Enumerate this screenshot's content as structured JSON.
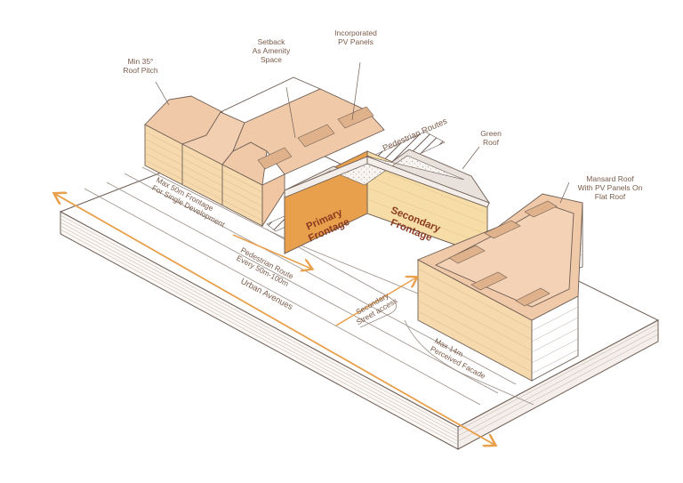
{
  "colors": {
    "accent": "#e8a04c",
    "outline": "#6e5e55",
    "roof": "#f0c9a8",
    "roof_dark": "#e5b28d",
    "facade": "#f6d9ad",
    "facade_dark": "#eec890",
    "primary_facade": "#e8a04c",
    "secondary_facade": "#f6dca6",
    "ground": "#ffffff",
    "label": "#7a5b4a",
    "heading": "#8a3b20"
  },
  "labels": {
    "roof_pitch": [
      "Min 35°",
      "Roof Pitch"
    ],
    "setback": [
      "Setback",
      "As Amenity",
      "Space"
    ],
    "pv_panels": [
      "Incorporated",
      "PV Panels"
    ],
    "pedestrian_routes": "Pedestrian Routes",
    "green_roof": [
      "Green",
      "Roof"
    ],
    "mansard": [
      "Mansard Roof",
      "With PV Panels On",
      "Flat Roof"
    ],
    "frontage_max": [
      "Max 50m Frontage",
      "For Single Development"
    ],
    "primary_frontage": [
      "Primary",
      "Frontage"
    ],
    "secondary_frontage": [
      "Secondary",
      "Frontage"
    ],
    "pedestrian_route": [
      "Pedestrian Route",
      "Every 50m-100m"
    ],
    "urban_avenues": "Urban Avenues",
    "secondary_street": [
      "Secondary",
      "Street access"
    ],
    "perceived_facade": [
      "Max 14m",
      "Perceived Facade"
    ]
  }
}
